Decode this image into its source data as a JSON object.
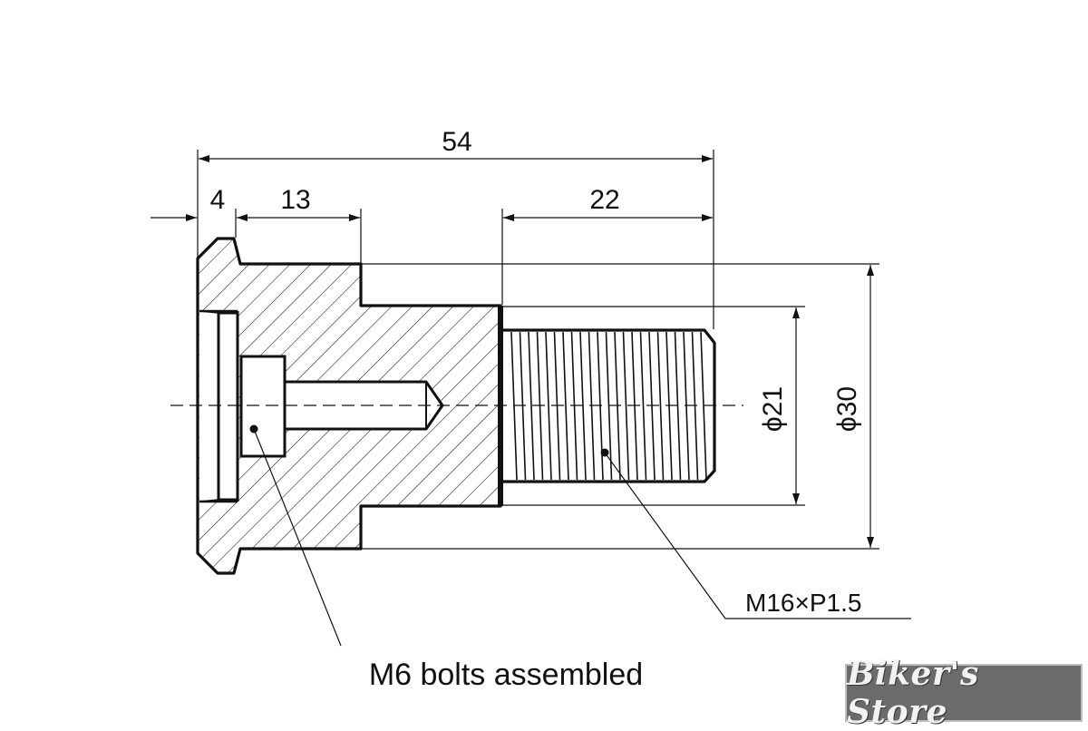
{
  "dimensions": {
    "overall_length": "54",
    "flange": "4",
    "shoulder": "13",
    "thread_length": "22",
    "thread_diameter": "ϕ21",
    "head_diameter": "ϕ30"
  },
  "callouts": {
    "thread_spec": "M16×P1.5",
    "bolt_note": "M6 bolts assembled"
  },
  "watermark": {
    "text": "Biker's Store"
  },
  "colors": {
    "line": "#111111",
    "background": "#ffffff",
    "watermark_bg": "#6b6b6b"
  }
}
